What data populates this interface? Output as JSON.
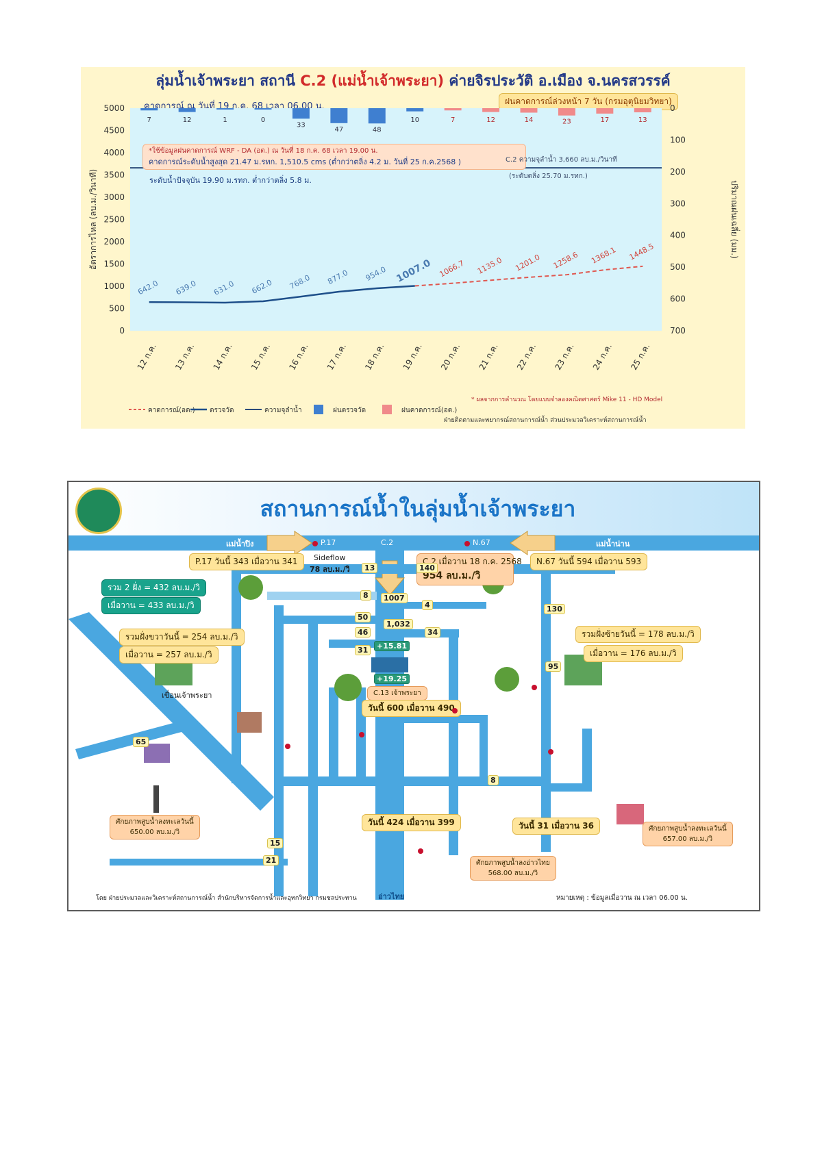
{
  "chart_data": {
    "type": "line",
    "title_parts": [
      "ลุ่มน้ำเจ้าพระยา สถานี ",
      "C.2 (แม่น้ำเจ้าพระยา)",
      " ค่ายจิรประวัติ อ.เมือง จ.นครสวรรค์"
    ],
    "subtitle_left": "คาดการณ์ ณ วันที่ 19 ก.ค. 68 เวลา 06.00 น.",
    "subtitle_right": "ฝนคาดการณ์ล่วงหน้า 7 วัน (กรมอุตุนิยมวิทยา)",
    "note1": "*ใช้ข้อมูลฝนคาดการณ์ WRF - DA (อต.) ณ วันที่ 18 ก.ค. 68 เวลา 19.00 น.",
    "note2": "คาดการณ์ระดับน้ำสูงสุด 21.47 ม.รทก. 1,510.5 cms (ต่ำกว่าตลิ่ง 4.2 ม. วันที่ 25 ก.ค.2568 )",
    "capacity_label": "C.2 ความจุลำน้ำ 3,660 ลบ.ม./วินาที",
    "bank_label": "(ระดับตลิ่ง 25.70 ม.รทก.)",
    "current_level": "ระดับน้ำปัจจุบัน 19.90 ม.รทก. ต่ำกว่าตลิ่ง 5.8 ม.",
    "ylabel": "อัตราการไหล (ลบ.ม./วินาที)",
    "ylabel_right": "ปริมาณฝนเฉลี่ย (มม.)",
    "ylim": [
      0,
      5000
    ],
    "ylim_right": [
      0,
      700
    ],
    "yticks": [
      0,
      500,
      1000,
      1500,
      2000,
      2500,
      3000,
      3500,
      4000,
      4500,
      5000
    ],
    "yticks_right": [
      0,
      100,
      200,
      300,
      400,
      500,
      600,
      700
    ],
    "capacity": 3660,
    "categories": [
      "12 ก.ค.",
      "13 ก.ค.",
      "14 ก.ค.",
      "15 ก.ค.",
      "16 ก.ค.",
      "17 ก.ค.",
      "18 ก.ค.",
      "19 ก.ค.",
      "20 ก.ค.",
      "21 ก.ค.",
      "22 ก.ค.",
      "23 ก.ค.",
      "24 ก.ค.",
      "25 ก.ค."
    ],
    "observed_flow": [
      642.0,
      639.0,
      631.0,
      662.0,
      768.0,
      877.0,
      954.0,
      1007.0
    ],
    "observed_labels": [
      "642.0",
      "639.0",
      "631.0",
      "662.0",
      "768.0",
      "877.0",
      "954.0",
      "1007.0"
    ],
    "forecast_flow": [
      1066.7,
      1135.0,
      1201.0,
      1258.6,
      1368.1,
      1448.5
    ],
    "forecast_labels": [
      "1066.7",
      "1135.0",
      "1201.0",
      "1258.6",
      "1368.1",
      "1448.5"
    ],
    "rain_observed": [
      7,
      12,
      1,
      0,
      33,
      47,
      48,
      10
    ],
    "rain_forecast": [
      7,
      12,
      14,
      23,
      17,
      13
    ],
    "footnote": "* ผลจากการคำนวณ โดยแบบจำลองคณิตศาสตร์ Mike 11 - HD Model",
    "legend": [
      "คาดการณ์(อต.)",
      "ตรวจวัด",
      "ความจุลำน้ำ",
      "ฝนตรวจวัด",
      "ฝนคาดการณ์(อต.)"
    ],
    "source": "ฝ่ายติดตามและพยากรณ์สถานการณ์น้ำ ส่วนประมวลวิเคราะห์สถานการณ์น้ำ",
    "colors": {
      "observed": "#1e4f8a",
      "forecast": "#e0574f",
      "capacity": "#2b4b7a",
      "rain_obs": "#3f7fd0",
      "rain_fc": "#f08a8a",
      "plot_bg": "#d7f3fb"
    }
  },
  "map": {
    "title": "สถานการณ์น้ำในลุ่มน้ำเจ้าพระยา",
    "rivers": {
      "ping": "แม่น้ำปิง",
      "nan": "แม่น้ำน่าน",
      "c2": "C.2",
      "p17": "P.17",
      "n67": "N.67"
    },
    "p17": "P.17 วันนี้ 343 เมื่อวาน 341",
    "c2_box": "C.2 เมื่อวาน 18 ก.ค. 2568",
    "c2_flow": "954 ลบ.ม./วิ",
    "n67": "N.67 วันนี้ 594 เมื่อวาน 593",
    "sideflow": "Sideflow",
    "sideflow_value": "78 ลบ.ม./วิ",
    "left_total_today": "รวม 2 ฝั่ง = 432 ลบ.ม./วิ",
    "left_total_yesterday": "เมื่อวาน = 433 ลบ.ม./วิ",
    "west_today": "รวมฝั่งขวาวันนี้ = 254 ลบ.ม./วิ",
    "west_yesterday": "เมื่อวาน = 257 ลบ.ม./วิ",
    "east_today": "รวมฝั่งซ้ายวันนี้ = 178 ลบ.ม./วิ",
    "east_yesterday": "เมื่อวาน = 176 ลบ.ม./วิ",
    "dam_label": "เขื่อนเจ้าพระยา",
    "c13": "C.13 เจ้าพระยา",
    "c13_flow": "วันนี้ 600 เมื่อวาน 490",
    "bottom_flow": "วันนี้ 424 เมื่อวาน 399",
    "pasak": "วันนี้ 31 เมื่อวาน 36",
    "gate_1032": "1,032",
    "level_1581": "+15.81",
    "level_1925": "+19.25",
    "gate_values": [
      "1007",
      "13",
      "140",
      "8",
      "4",
      "50",
      "46",
      "31",
      "34",
      "95",
      "130",
      "65",
      "15",
      "21",
      "8"
    ],
    "kasem": "ศักยภาพสูบน้ำลงทะเลวันนี้",
    "kasem_value": "650.00 ลบ.ม./วิ",
    "east_pump": "ศักยภาพสูบน้ำลงทะเลวันนี้",
    "east_pump_value": "657.00 ลบ.ม./วิ",
    "center_pump": "ศักยภาพสูบน้ำลงอ่าวไทย",
    "center_pump_value": "568.00 ลบ.ม./วิ",
    "gulf": "อ่าวไทย",
    "credit": "โดย ฝ่ายประมวลและวิเคราะห์สถานการณ์น้ำ สำนักบริหารจัดการน้ำและอุทกวิทยา กรมชลประทาน",
    "remark": "หมายเหตุ : ข้อมูลเมื่อวาน ณ เวลา 06.00 น."
  }
}
